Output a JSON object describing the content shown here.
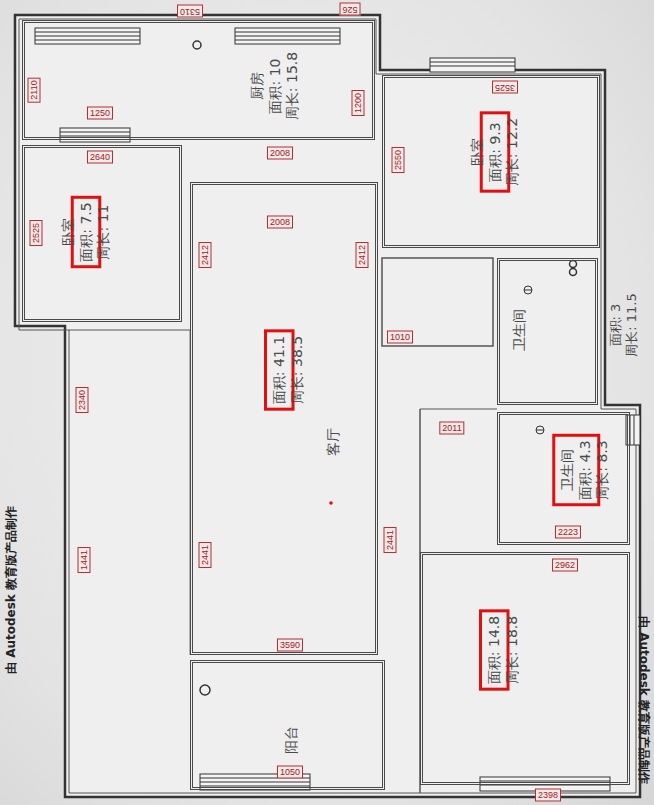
{
  "diagram": {
    "nodes": [
      {
        "text": [
          "厨房",
          "面积: 10",
          "周长: 15.8"
        ]
      },
      {
        "text": [
          "卧室",
          "面积: 7.5",
          "周长: 11"
        ]
      },
      {
        "text": [
          "卧室",
          "面积: 9.3",
          "周长: 12.2"
        ]
      },
      {
        "text": [
          "客厅",
          "面积: 41.1",
          "周长: 38.5"
        ]
      },
      {
        "text": [
          "卫生间",
          "面积: 3",
          "周长: 11.5"
        ]
      },
      {
        "text": [
          "卫生间",
          "面积: 4.3",
          "周长: 8.3"
        ]
      },
      {
        "text": [
          "面积: 14.8",
          "周长: 18.8"
        ]
      },
      {
        "text": [
          "阳台"
        ]
      }
    ],
    "labels": [
      "5310",
      "526",
      "2640",
      "3525",
      "2008",
      "2008",
      "2412",
      "2412",
      "2550",
      "2525",
      "1250",
      "2110",
      "1200",
      "1010",
      "2011",
      "2340",
      "1441",
      "2441",
      "2441",
      "2223",
      "2962",
      "3590",
      "1050",
      "2398",
      "由 Autodesk 教育版产品制作",
      "由 Autodesk 教育版产品制作"
    ]
  }
}
